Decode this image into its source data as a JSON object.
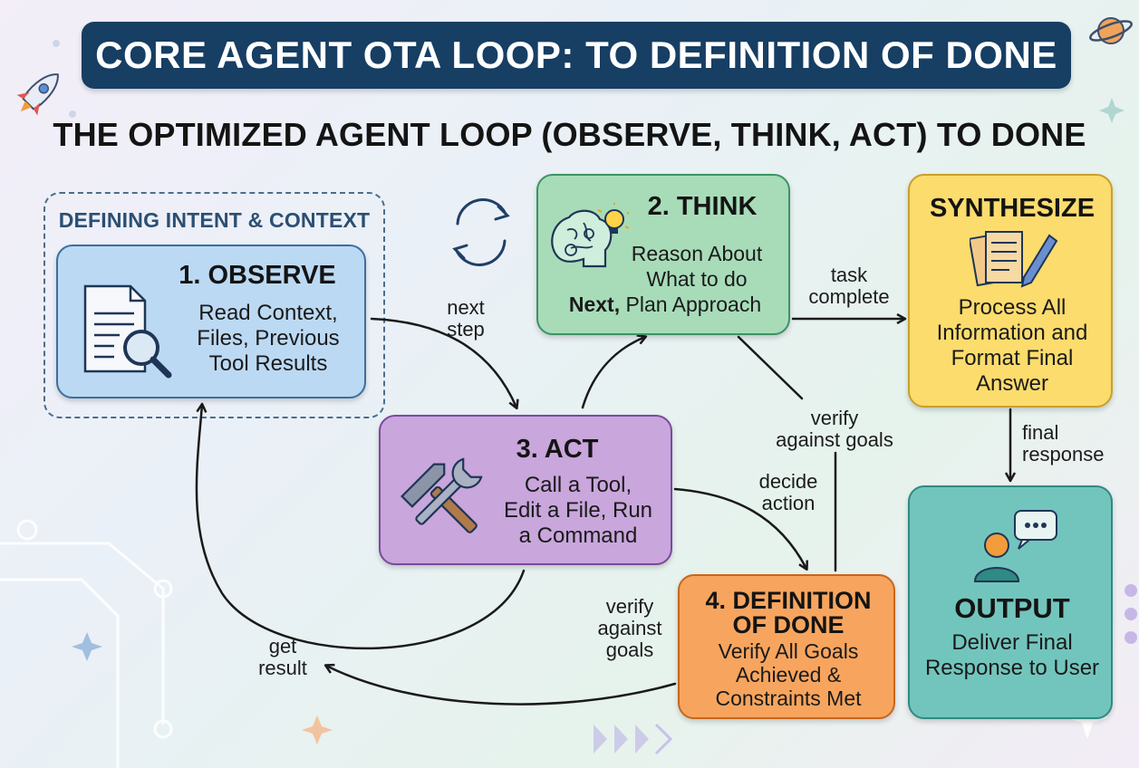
{
  "header": {
    "title": "CORE AGENT OTA LOOP: TO DEFINITION OF DONE"
  },
  "subtitle": "THE OPTIMIZED AGENT LOOP (OBSERVE, THINK, ACT) TO DONE",
  "group": {
    "label": "DEFINING INTENT & CONTEXT"
  },
  "nodes": {
    "observe": {
      "title": "1. OBSERVE",
      "body": [
        "Read Context,",
        "Files, Previous",
        "Tool Results"
      ],
      "icon": "document-search-icon",
      "color": "#bcd9f3"
    },
    "think": {
      "title": "2. THINK",
      "body": [
        "Reason About",
        "What to do"
      ],
      "body_bold": "Next,",
      "body_tail": " Plan Approach",
      "icon": "brain-lightbulb-icon",
      "color": "#a8dcb9"
    },
    "act": {
      "title": "3. ACT",
      "body": [
        "Call a Tool,",
        "Edit a File, Run",
        "a Command"
      ],
      "icon": "hammer-wrench-icon",
      "color": "#c9a6dc"
    },
    "done": {
      "title_lines": [
        "4. DEFINITION",
        "OF DONE"
      ],
      "body": [
        "Verify All Goals",
        "Achieved &",
        "Constraints Met"
      ],
      "color": "#f7a55e"
    },
    "synthesize": {
      "title": "SYNTHESIZE",
      "body": [
        "Process All",
        "Information and",
        "Format Final",
        "Answer"
      ],
      "icon": "documents-pen-icon",
      "color": "#fbdc6d"
    },
    "output": {
      "title": "OUTPUT",
      "body": [
        "Deliver Final",
        "Response to User"
      ],
      "icon": "user-chat-icon",
      "color": "#72c5bd"
    }
  },
  "edges": {
    "next_step": [
      "next",
      "step"
    ],
    "task_complete": [
      "task",
      "complete"
    ],
    "verify_think": [
      "verify",
      "against goals"
    ],
    "decide_action": [
      "decide",
      "action"
    ],
    "final_response": [
      "final",
      "response"
    ],
    "verify_done": [
      "verify",
      "against",
      "goals"
    ],
    "get_result": [
      "get",
      "result"
    ]
  },
  "colors": {
    "header": "#173e63",
    "arrow": "#1a1a1a"
  }
}
